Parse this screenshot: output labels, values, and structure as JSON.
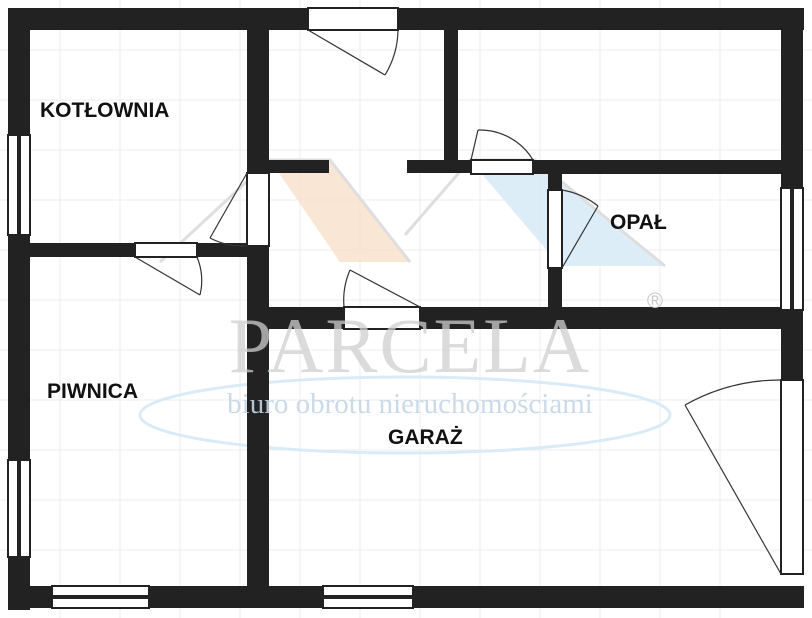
{
  "rooms": {
    "kotlownia": "KOTŁOWNIA",
    "piwnica": "PIWNICA",
    "garaz": "GARAŻ",
    "opal": "OPAŁ"
  },
  "watermark": {
    "title": "PARCELA",
    "subtitle": "biuro obrotu nieruchomościami",
    "registered": "®"
  },
  "colors": {
    "wall": "#222222",
    "watermark_orange": "#f9e2cc",
    "watermark_blue": "#d8ebf7"
  },
  "icons": {
    "logo": "house-roof-logo"
  }
}
